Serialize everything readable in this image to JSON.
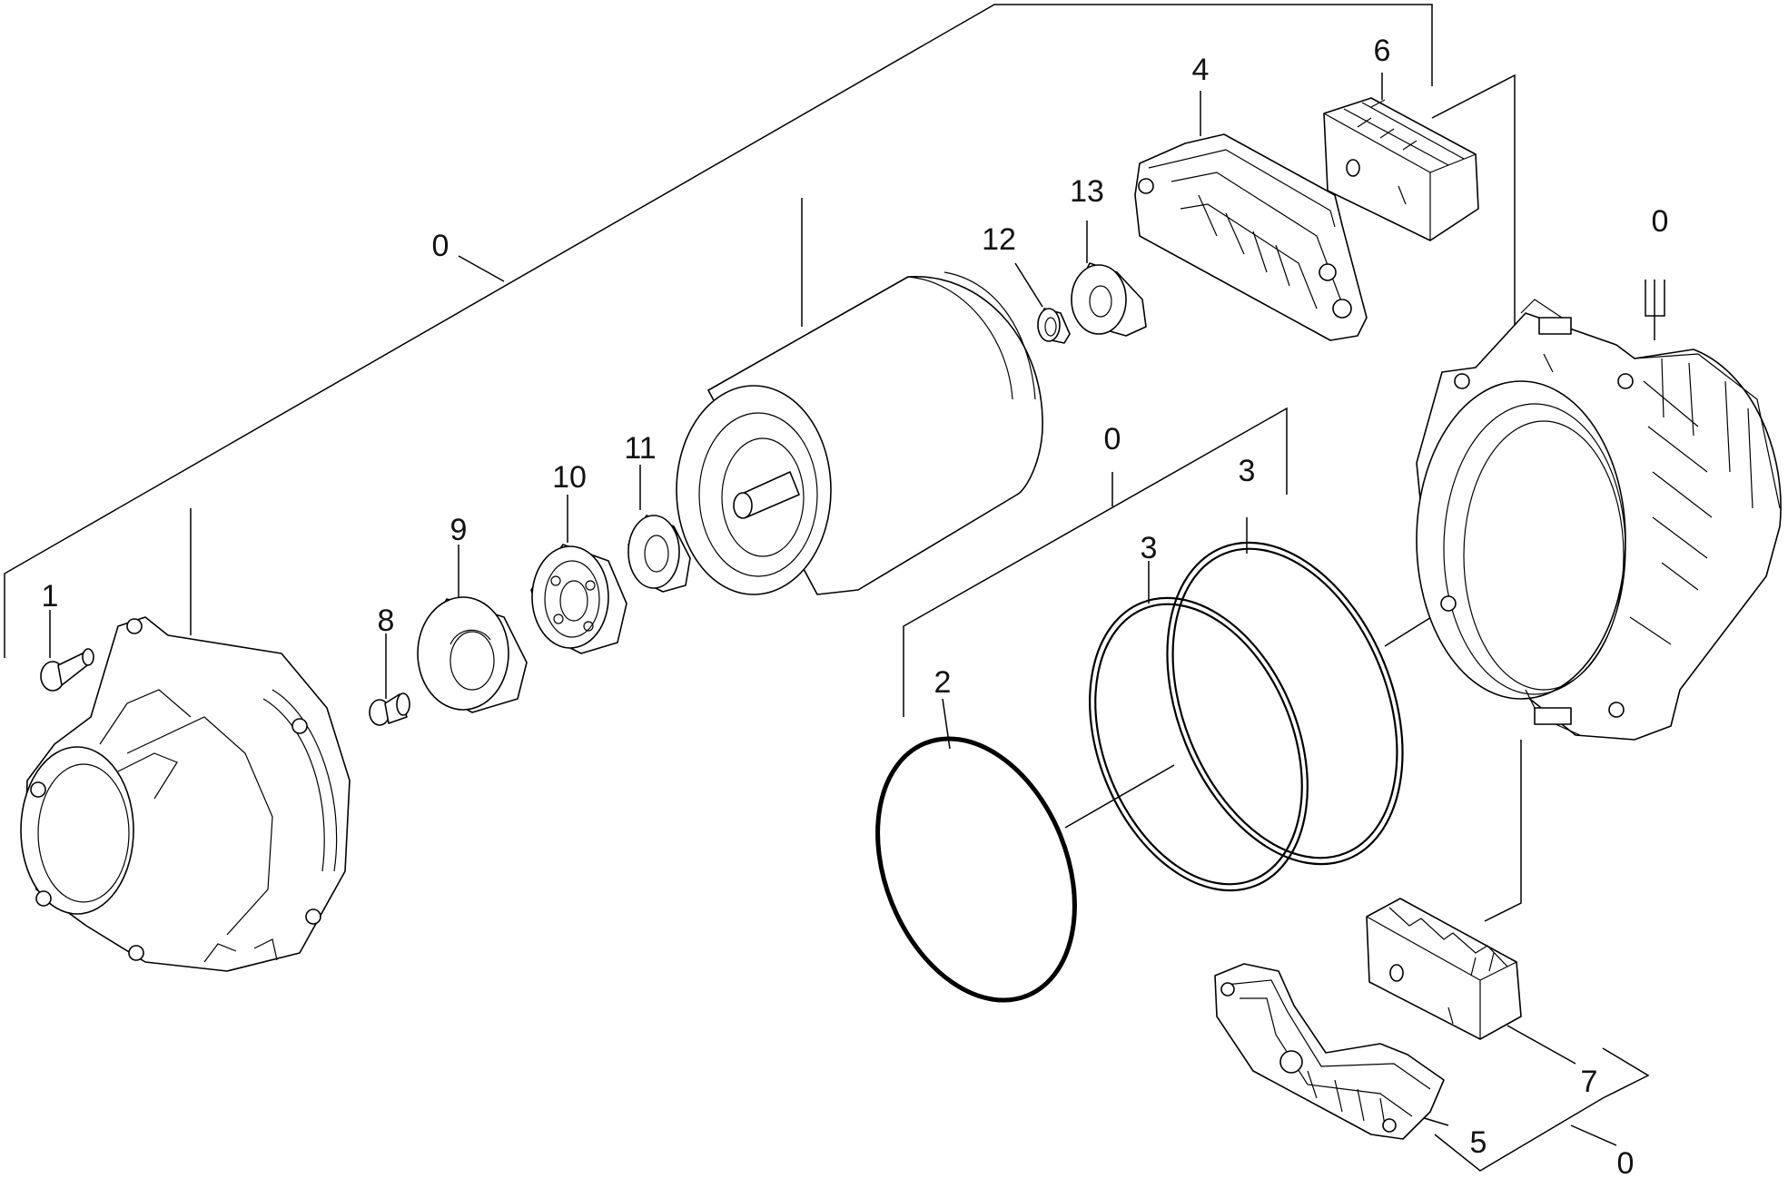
{
  "diagram": {
    "callouts": [
      {
        "id": "c0-top",
        "text": "0"
      },
      {
        "id": "c0-right",
        "text": "0"
      },
      {
        "id": "c0-mid",
        "text": "0"
      },
      {
        "id": "c0-bottom",
        "text": "0"
      },
      {
        "id": "c1",
        "text": "1"
      },
      {
        "id": "c2",
        "text": "2"
      },
      {
        "id": "c3a",
        "text": "3"
      },
      {
        "id": "c3b",
        "text": "3"
      },
      {
        "id": "c4",
        "text": "4"
      },
      {
        "id": "c5",
        "text": "5"
      },
      {
        "id": "c6",
        "text": "6"
      },
      {
        "id": "c7",
        "text": "7"
      },
      {
        "id": "c8",
        "text": "8"
      },
      {
        "id": "c9",
        "text": "9"
      },
      {
        "id": "c10",
        "text": "10"
      },
      {
        "id": "c11",
        "text": "11"
      },
      {
        "id": "c12",
        "text": "12"
      },
      {
        "id": "c13",
        "text": "13"
      }
    ]
  }
}
